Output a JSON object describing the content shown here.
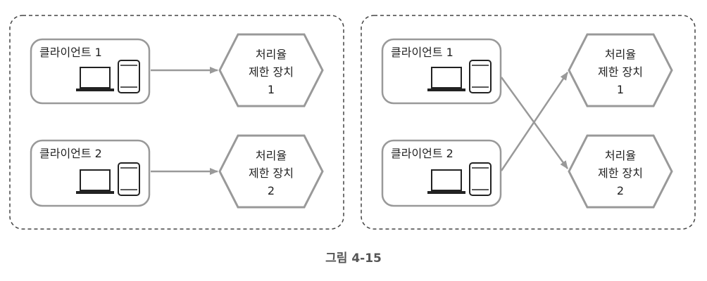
{
  "colors": {
    "border": "#999999",
    "arrow": "#999999",
    "dashed": "#444444",
    "device": "#222222",
    "text": "#222222",
    "caption": "#555555"
  },
  "icons": {
    "laptop": "laptop-icon",
    "phone": "smartphone-icon"
  },
  "panels": [
    {
      "clients": [
        {
          "label": "클라이언트 1"
        },
        {
          "label": "클라이언트 2"
        }
      ],
      "limiters": [
        {
          "line1": "처리율",
          "line2": "제한 장치",
          "line3": "1"
        },
        {
          "line1": "처리율",
          "line2": "제한 장치",
          "line3": "2"
        }
      ]
    },
    {
      "clients": [
        {
          "label": "클라이언트 1"
        },
        {
          "label": "클라이언트 2"
        }
      ],
      "limiters": [
        {
          "line1": "처리율",
          "line2": "제한 장치",
          "line3": "1"
        },
        {
          "line1": "처리율",
          "line2": "제한 장치",
          "line3": "2"
        }
      ]
    }
  ],
  "caption": "그림 4-15"
}
